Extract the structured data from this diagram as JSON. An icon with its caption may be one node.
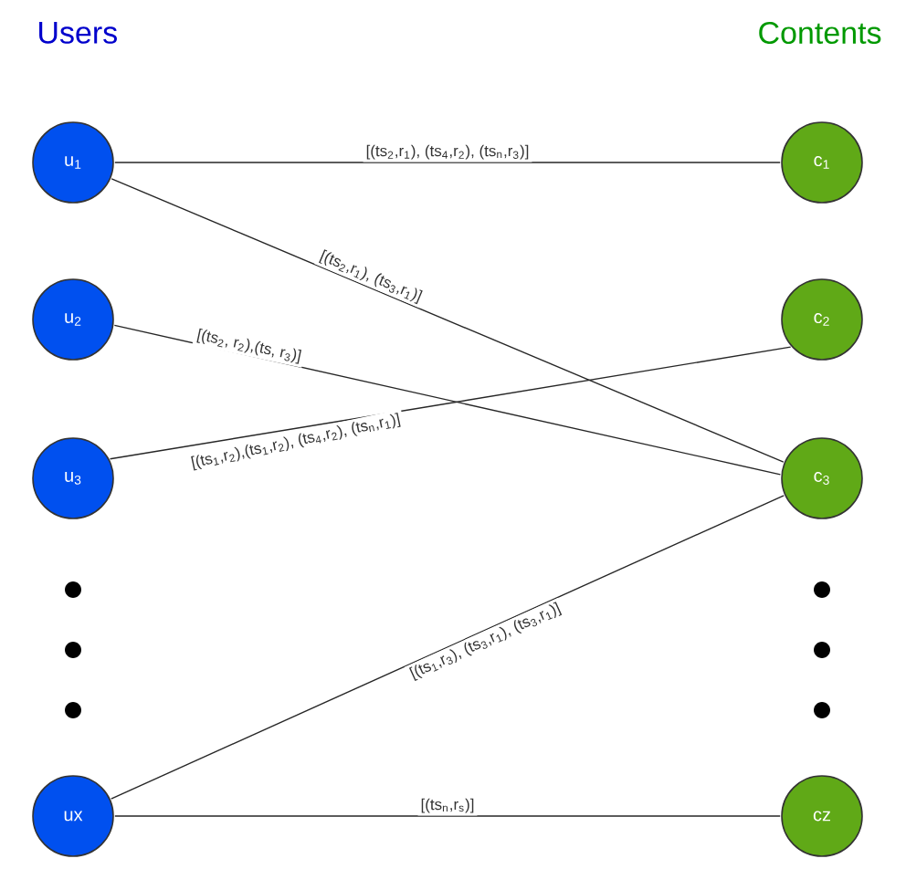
{
  "diagram": {
    "nodes": [
      {
        "text": [
          "u$_{1}$"
        ]
      },
      {
        "text": [
          "u$_{2}$"
        ]
      },
      {
        "text": [
          "u$_{3}$"
        ]
      },
      {
        "text": [
          "ux"
        ]
      },
      {
        "text": [
          "c$_{1}$"
        ]
      },
      {
        "text": [
          "c$_{2}$"
        ]
      },
      {
        "text": [
          "c$_{3}$"
        ]
      },
      {
        "text": [
          "cz"
        ]
      }
    ],
    "edges": [
      {
        "from": 0,
        "to": 4,
        "arrow": "none",
        "label": "[(ts$_{2}$,r$_{1}$), (ts$_{4}$,r$_{2}$), (ts$_{n}$,r$_{3}$)]"
      },
      {
        "from": 0,
        "to": 6,
        "arrow": "none",
        "label": "[(ts$_{2}$,r$_{1}$), (ts$_{3}$,r$_{1}$)]"
      },
      {
        "from": 1,
        "to": 6,
        "arrow": "none",
        "label": "[(ts$_{2}$, r$_{2}$),(ts, r$_{3}$)]"
      },
      {
        "from": 2,
        "to": 5,
        "arrow": "none",
        "label": "[(ts$_{1}$,r$_{2}$),(ts$_{1}$,r$_{2}$), (ts$_{4}$,r$_{2}$), (ts$_{n}$,r$_{1}$)]"
      },
      {
        "from": 3,
        "to": 6,
        "arrow": "none",
        "label": "[(ts$_{1}$,r$_{3}$), (ts$_{3}$,r$_{1}$), (ts$_{3}$,r$_{1}$)]"
      },
      {
        "from": 3,
        "to": 7,
        "arrow": "none",
        "label": "[(ts$_{n}$,r$_{s}$)]"
      }
    ],
    "labels": [
      "Users",
      "Contents"
    ]
  }
}
